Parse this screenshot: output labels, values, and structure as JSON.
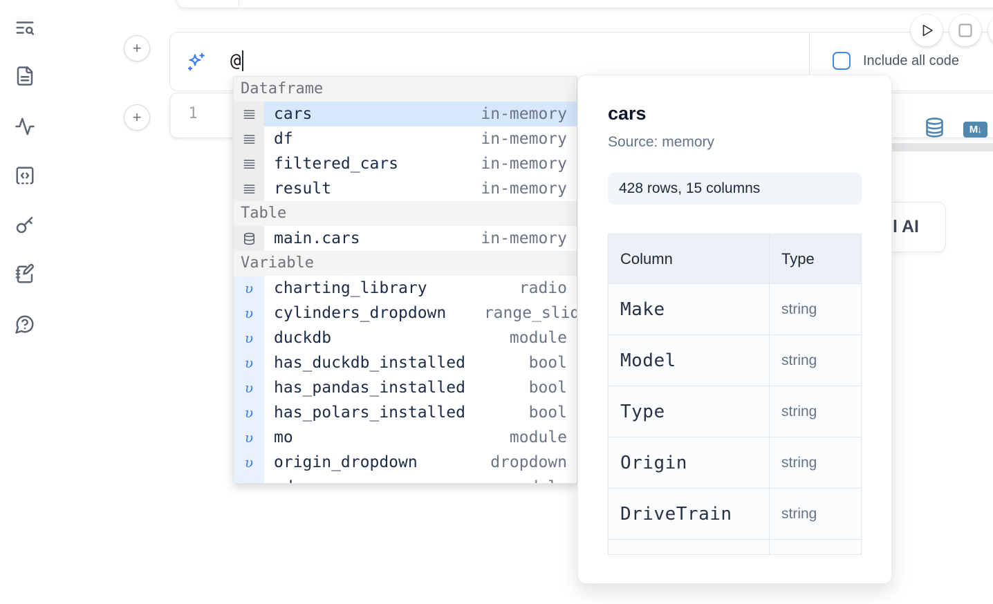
{
  "colors": {
    "accent_blue": "#3b7df0",
    "checkbox_blue": "#4285f4",
    "steel_blue": "#4f87ae",
    "selected_row": "#d7e7fc",
    "variable_blue": "#3b82f6"
  },
  "sidebar": {
    "icons": [
      {
        "name": "text-search-icon"
      },
      {
        "name": "file-text-icon"
      },
      {
        "name": "activity-icon"
      },
      {
        "name": "code-cell-icon"
      },
      {
        "name": "key-icon"
      },
      {
        "name": "notebook-pen-icon"
      },
      {
        "name": "help-chat-icon"
      }
    ]
  },
  "toolbar": {
    "run_icon": "play-icon",
    "stop_icon": "stop-icon"
  },
  "prompt": {
    "value": "@",
    "include_all_code_label": "Include all code",
    "checkbox_checked": false
  },
  "cell": {
    "line_number": "1"
  },
  "output_toolbar": {
    "icons": [
      "database-icon",
      "markdown-export-icon"
    ]
  },
  "ai_button": {
    "visible_text": "l AI"
  },
  "autocomplete": {
    "sections": [
      {
        "label": "Dataframe",
        "kind": "dataframe",
        "icon": "menu-icon",
        "items": [
          {
            "name": "cars",
            "detail": "in-memory",
            "selected": true
          },
          {
            "name": "df",
            "detail": "in-memory"
          },
          {
            "name": "filtered_cars",
            "detail": "in-memory"
          },
          {
            "name": "result",
            "detail": "in-memory"
          }
        ]
      },
      {
        "label": "Table",
        "kind": "table",
        "icon": "database-icon",
        "items": [
          {
            "name": "main.cars",
            "detail": "in-memory"
          }
        ]
      },
      {
        "label": "Variable",
        "kind": "variable",
        "icon": "variable-icon",
        "items": [
          {
            "name": "charting_library",
            "detail": "radio"
          },
          {
            "name": "cylinders_dropdown",
            "detail": "range_slider",
            "overflow": true
          },
          {
            "name": "duckdb",
            "detail": "module"
          },
          {
            "name": "has_duckdb_installed",
            "detail": "bool"
          },
          {
            "name": "has_pandas_installed",
            "detail": "bool"
          },
          {
            "name": "has_polars_installed",
            "detail": "bool"
          },
          {
            "name": "mo",
            "detail": "module"
          },
          {
            "name": "origin_dropdown",
            "detail": "dropdown"
          },
          {
            "name": "pd",
            "detail": "module"
          }
        ]
      }
    ]
  },
  "panel": {
    "title": "cars",
    "source": "Source: memory",
    "shape_badge": "428 rows, 15 columns",
    "table": {
      "headers": [
        "Column",
        "Type"
      ],
      "rows": [
        [
          "Make",
          "string"
        ],
        [
          "Model",
          "string"
        ],
        [
          "Type",
          "string"
        ],
        [
          "Origin",
          "string"
        ],
        [
          "DriveTrain",
          "string"
        ]
      ]
    }
  }
}
